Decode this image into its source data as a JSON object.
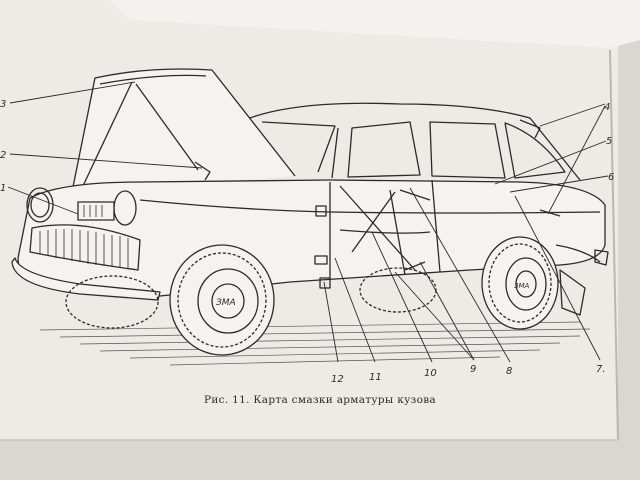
{
  "caption": "Рис. 11. Карта смазки арматуры кузова",
  "emblem": "ЗМА",
  "callouts": {
    "c1": "1",
    "c2": "2",
    "c3": "3",
    "c4": "4",
    "c5": "5",
    "c6": "6",
    "c7": "7.",
    "c8": "8",
    "c9": "9",
    "c10": "10",
    "c11": "11",
    "c12": "12"
  },
  "colors": {
    "paper": "#eeece6",
    "ink": "#2b2b2b",
    "backdrop": "#d9d7d2"
  }
}
